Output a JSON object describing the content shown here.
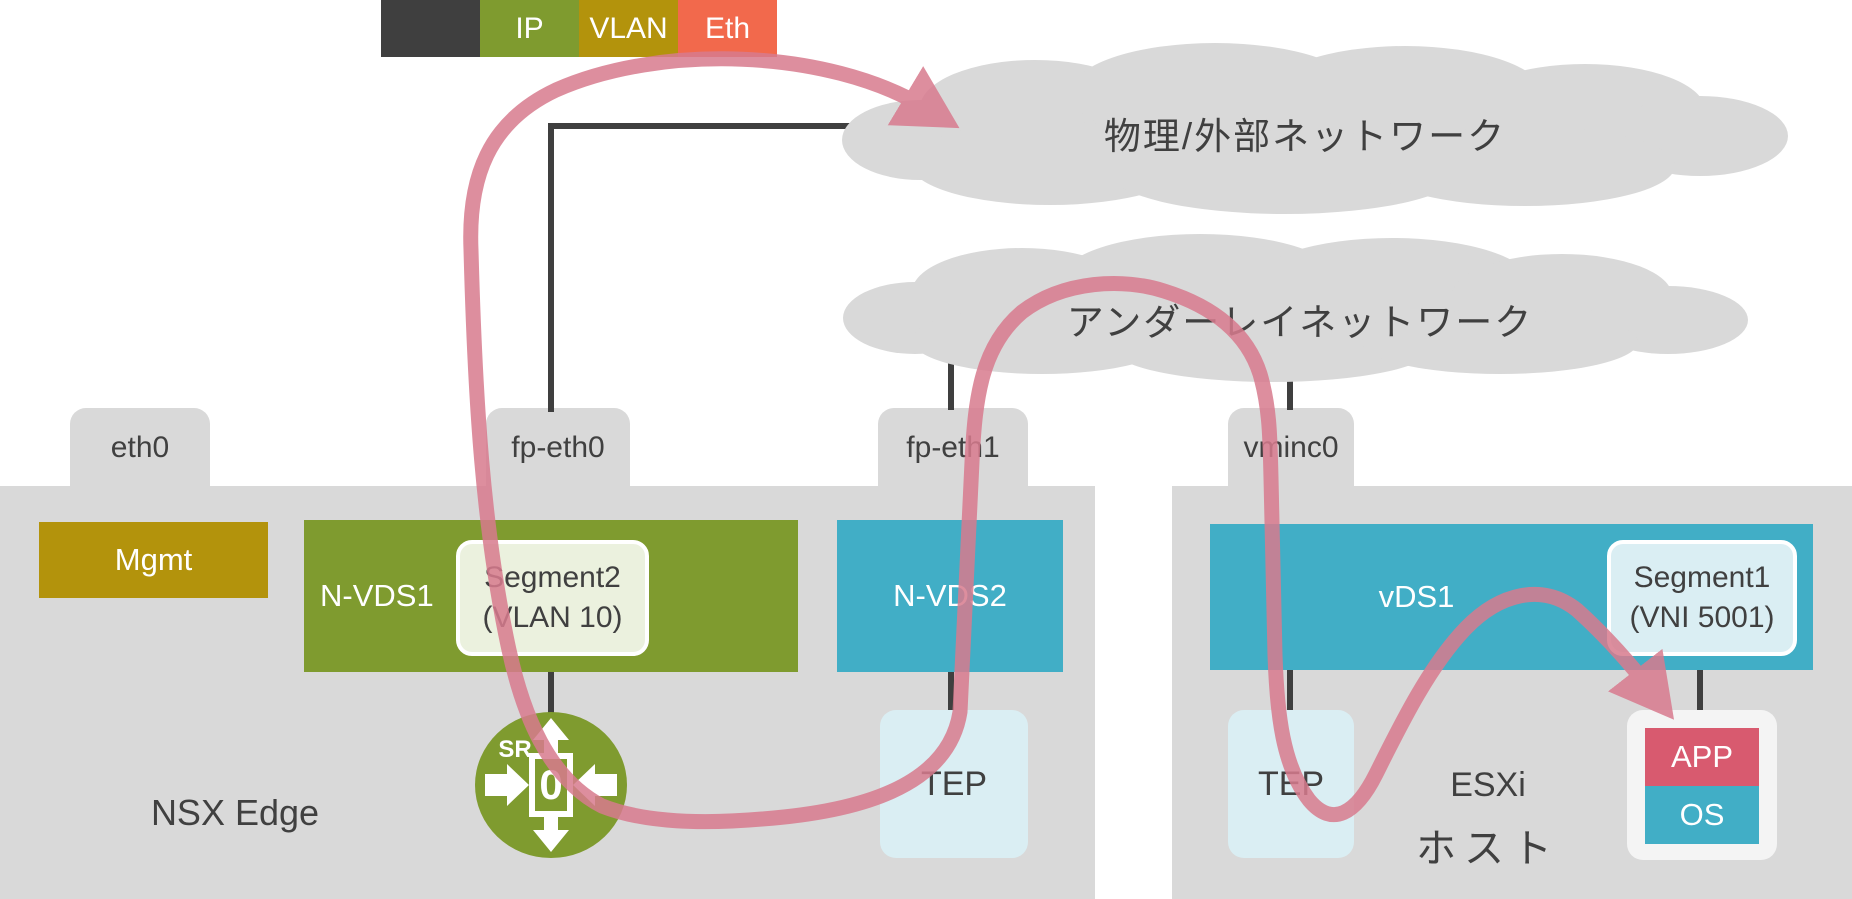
{
  "legend": {
    "segments": [
      {
        "label": "",
        "color": "#3F3F3F"
      },
      {
        "label": "IP",
        "color": "#7F9B2F"
      },
      {
        "label": "VLAN",
        "color": "#B3930C"
      },
      {
        "label": "Eth",
        "color": "#F2694C"
      }
    ]
  },
  "clouds": {
    "physical_label": "物理/外部ネットワーク",
    "underlay_label": "アンダーレイネットワーク"
  },
  "edge": {
    "label": "NSX Edge",
    "port_eth0": "eth0",
    "port_fp_eth0": "fp-eth0",
    "port_fp_eth1": "fp-eth1",
    "mgmt_label": "Mgmt",
    "nvds1_label": "N-VDS1",
    "segment2_name": "Segment2",
    "segment2_detail": "(VLAN 10)",
    "nvds2_label": "N-VDS2",
    "tep_label": "TEP",
    "router_sr": "SR",
    "router_zero": "0"
  },
  "host": {
    "label_line1": "ESXi",
    "label_line2": "ホスト",
    "port_vminc0": "vminc0",
    "vds1_label": "vDS1",
    "segment1_name": "Segment1",
    "segment1_detail": "(VNI 5001)",
    "tep_label": "TEP",
    "vm_app": "APP",
    "vm_os": "OS"
  },
  "colors": {
    "panel_gray": "#D9D9D9",
    "cloud_gray": "#D9D9D9",
    "olive": "#7F9B2F",
    "gold": "#B3930C",
    "orange_red": "#F2694C",
    "teal": "#41AEC6",
    "app_red": "#D85A6F",
    "path_rose": "#D87B8E",
    "light_green": "#EBF1DE",
    "light_blue": "#DAEEF3",
    "vm_white": "#F4F4F4",
    "line_dark": "#3F3F3F"
  }
}
